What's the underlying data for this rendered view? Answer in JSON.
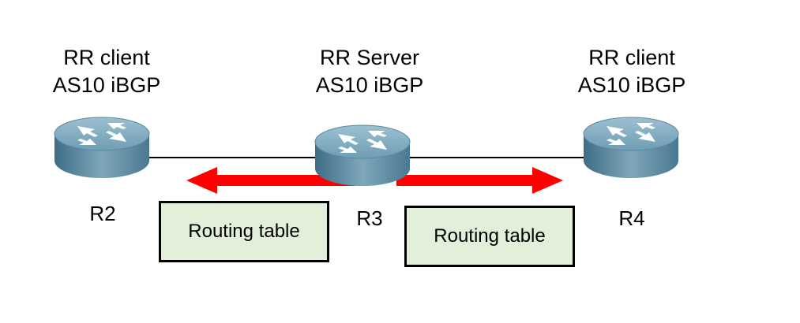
{
  "routers": [
    {
      "id": "r2",
      "role": "RR client",
      "as_info": "AS10 iBGP",
      "name": "R2"
    },
    {
      "id": "r3",
      "role": "RR Server",
      "as_info": "AS10 iBGP",
      "name": "R3"
    },
    {
      "id": "r4",
      "role": "RR client",
      "as_info": "AS10 iBGP",
      "name": "R4"
    }
  ],
  "routing_boxes": [
    {
      "label": "Routing table"
    },
    {
      "label": "Routing table"
    }
  ],
  "colors": {
    "arrow": "#ff0000",
    "box_fill": "#e2efd9",
    "router_body": "#5f8fa6",
    "router_top": "#8ab3c6"
  }
}
